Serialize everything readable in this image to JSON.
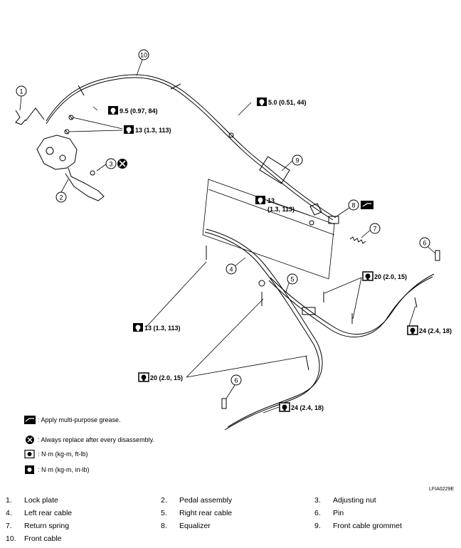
{
  "torques": {
    "t1": "9.5 (0.97, 84)",
    "t2": "13 (1.3, 113)",
    "t3": "5.0 (0.51, 44)",
    "t4a": "13",
    "t4b": "(1.3, 113)",
    "t5": "20 (2.0, 15)",
    "t6": "13 (1.3, 113)",
    "t7": "24 (2.4, 18)",
    "t8": "20 (2.0, 15)",
    "t9": "24 (2.4, 18)"
  },
  "callouts": [
    "1",
    "2",
    "3",
    "4",
    "5",
    "6",
    "6",
    "7",
    "8",
    "9",
    "10"
  ],
  "legend": {
    "grease": ": Apply multi-purpose grease.",
    "replace": ": Always replace after every disassembly.",
    "nm_ftlb": ": N·m (kg-m, ft-lb)",
    "nm_inlb": ": N·m (kg-m, in-lb)"
  },
  "figure_id": "LFIA0229E",
  "parts": [
    {
      "num": "1.",
      "label": "Lock plate"
    },
    {
      "num": "2.",
      "label": "Pedal assembly"
    },
    {
      "num": "3.",
      "label": "Adjusting nut"
    },
    {
      "num": "4.",
      "label": "Left rear cable"
    },
    {
      "num": "5.",
      "label": "Right rear cable"
    },
    {
      "num": "6.",
      "label": "Pin"
    },
    {
      "num": "7.",
      "label": "Return spring"
    },
    {
      "num": "8.",
      "label": "Equalizer"
    },
    {
      "num": "9.",
      "label": "Front cable grommet"
    },
    {
      "num": "10.",
      "label": "Front cable"
    }
  ]
}
